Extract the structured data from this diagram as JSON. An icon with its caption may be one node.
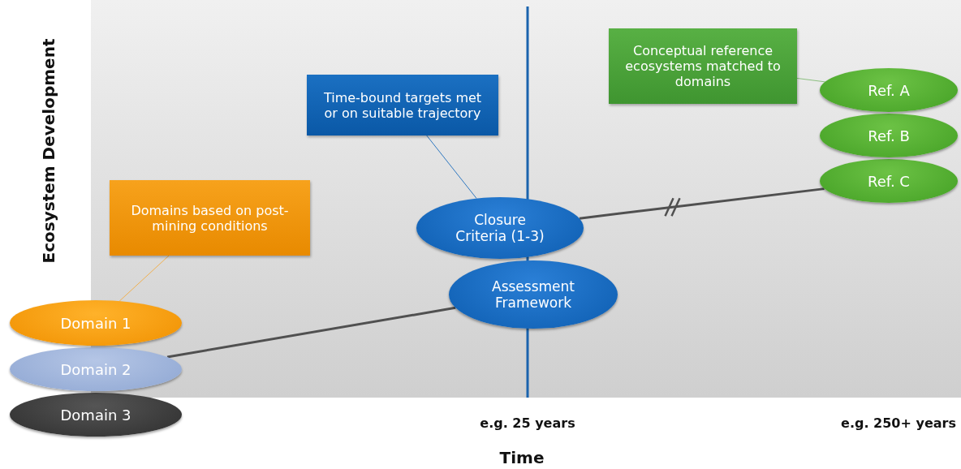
{
  "diagram": {
    "nodes": [
      {
        "text": [
          "Domains based on post-mining conditions"
        ]
      },
      {
        "text": [
          "Domain 1"
        ]
      },
      {
        "text": [
          "Domain 2"
        ]
      },
      {
        "text": [
          "Domain 3"
        ]
      },
      {
        "text": [
          "Time-bound targets met or on suitable trajectory"
        ]
      },
      {
        "text": [
          "Closure Criteria (1-3)"
        ]
      },
      {
        "text": [
          "Assessment Framework"
        ]
      },
      {
        "text": [
          "Conceptual reference ecosystems matched to domains"
        ]
      },
      {
        "text": [
          "Ref. A"
        ]
      },
      {
        "text": [
          "Ref. B"
        ]
      },
      {
        "text": [
          "Ref. C"
        ]
      }
    ],
    "edges": [
      {
        "from": 0,
        "to": 1,
        "arrow": "none",
        "color": "#f0b050"
      },
      {
        "from": 4,
        "to": 5,
        "arrow": "none",
        "color": "#2f78c0"
      },
      {
        "from": 7,
        "to": 8,
        "arrow": "none",
        "color": "#8cc080"
      },
      {
        "from": 2,
        "to": 6,
        "arrow": "none",
        "style": "thick"
      },
      {
        "from": 5,
        "to": 10,
        "arrow": "none",
        "style": "thick"
      }
    ],
    "labels": [
      "Ecosystem Development",
      "e.g. 25 years",
      "e.g. 250+ years",
      "Time"
    ]
  }
}
